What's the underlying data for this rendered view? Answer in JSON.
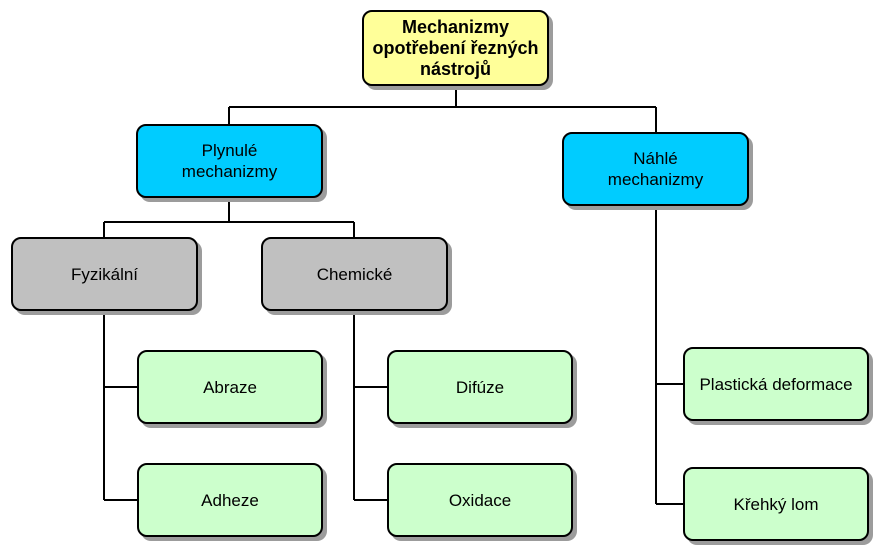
{
  "diagram": {
    "root": {
      "label": "Mechanizmy\nopotřebení řezných\nnástrojů"
    },
    "gradual": {
      "label": "Plynulé\nmechanizmy"
    },
    "sudden": {
      "label": "Náhlé\nmechanizmy"
    },
    "physical": {
      "label": "Fyzikální"
    },
    "chemical": {
      "label": "Chemické"
    },
    "abrasion": {
      "label": "Abraze"
    },
    "adhesion": {
      "label": "Adheze"
    },
    "diffusion": {
      "label": "Difúze"
    },
    "oxidation": {
      "label": "Oxidace"
    },
    "plastic_deformation": {
      "label": "Plastická deformace"
    },
    "brittle_fracture": {
      "label": "Křehký lom"
    }
  },
  "colors": {
    "root_fill": "#ffff99",
    "level1_fill": "#00ccff",
    "level2_fill": "#c0c0c0",
    "leaf_fill": "#ccffcc",
    "line": "#000000",
    "shadow": "#9c9c9c"
  }
}
